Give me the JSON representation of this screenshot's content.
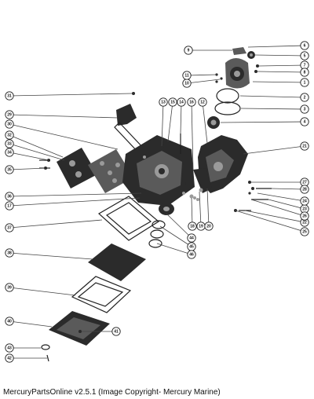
{
  "caption": "MercuryPartsOnline v2.5.1 (Image Copyright- Mercury Marine)",
  "callouts": [
    "1",
    "2",
    "3",
    "4",
    "5",
    "6",
    "7",
    "8",
    "9",
    "10",
    "11",
    "12",
    "13",
    "14",
    "15",
    "16",
    "17",
    "18",
    "19",
    "20",
    "21",
    "22",
    "23",
    "24",
    "25",
    "26",
    "27",
    "28",
    "29",
    "30",
    "31",
    "32",
    "33",
    "34",
    "35",
    "36",
    "37",
    "38",
    "39",
    "40",
    "41",
    "42",
    "43",
    "44",
    "45",
    "46"
  ]
}
